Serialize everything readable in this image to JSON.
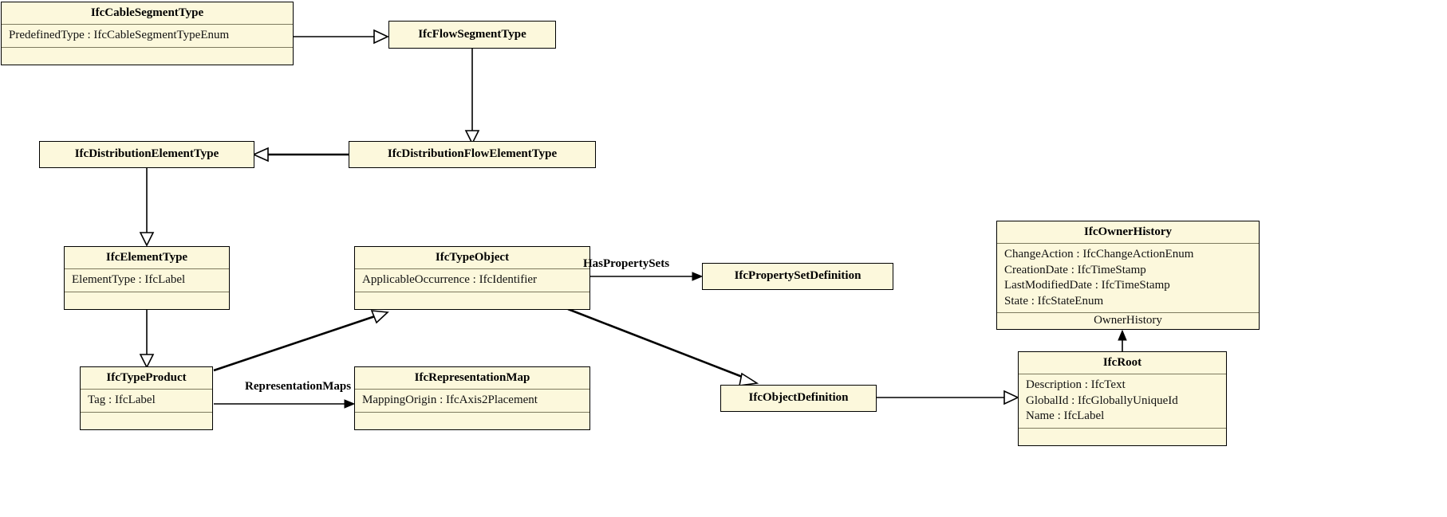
{
  "diagram": {
    "kind": "uml-class-diagram",
    "title": "IFC Cable Segment Type inheritance diagram",
    "colors": {
      "box_fill": "#fcf8dc",
      "box_border": "#000000",
      "compartment_separator": "#7d7a5e",
      "edge": "#000000",
      "arrowhead_generalization_fill": "#ffffff",
      "background": "#ffffff"
    }
  },
  "classes": [
    {
      "id": "IfcCableSegmentType",
      "name": "IfcCableSegmentType",
      "attributes": [
        "PredefinedType : IfcCableSegmentTypeEnum"
      ],
      "has_empty_compartment": true
    },
    {
      "id": "IfcFlowSegmentType",
      "name": "IfcFlowSegmentType",
      "attributes": [],
      "has_empty_compartment": false
    },
    {
      "id": "IfcDistributionElementType",
      "name": "IfcDistributionElementType",
      "attributes": [],
      "has_empty_compartment": false
    },
    {
      "id": "IfcDistributionFlowElementType",
      "name": "IfcDistributionFlowElementType",
      "attributes": [],
      "has_empty_compartment": false
    },
    {
      "id": "IfcElementType",
      "name": "IfcElementType",
      "attributes": [
        "ElementType : IfcLabel"
      ],
      "has_empty_compartment": true
    },
    {
      "id": "IfcTypeObject",
      "name": "IfcTypeObject",
      "attributes": [
        "ApplicableOccurrence : IfcIdentifier"
      ],
      "has_empty_compartment": true
    },
    {
      "id": "IfcPropertySetDefinition",
      "name": "IfcPropertySetDefinition",
      "attributes": [],
      "has_empty_compartment": false
    },
    {
      "id": "IfcOwnerHistory",
      "name": "IfcOwnerHistory",
      "attributes": [
        "ChangeAction : IfcChangeActionEnum",
        "CreationDate : IfcTimeStamp",
        "LastModifiedDate : IfcTimeStamp",
        "State : IfcStateEnum"
      ],
      "association_compartment": "OwnerHistory",
      "has_empty_compartment": false
    },
    {
      "id": "IfcTypeProduct",
      "name": "IfcTypeProduct",
      "attributes": [
        "Tag : IfcLabel"
      ],
      "has_empty_compartment": true
    },
    {
      "id": "IfcRepresentationMap",
      "name": "IfcRepresentationMap",
      "attributes": [
        "MappingOrigin : IfcAxis2Placement"
      ],
      "has_empty_compartment": true
    },
    {
      "id": "IfcObjectDefinition",
      "name": "IfcObjectDefinition",
      "attributes": [],
      "has_empty_compartment": false
    },
    {
      "id": "IfcRoot",
      "name": "IfcRoot",
      "attributes": [
        "Description : IfcText",
        "GlobalId : IfcGloballyUniqueId",
        "Name : IfcLabel"
      ],
      "has_empty_compartment": true
    }
  ],
  "relationships": [
    {
      "id": "r1",
      "from": "IfcCableSegmentType",
      "to": "IfcFlowSegmentType",
      "type": "generalization",
      "label": ""
    },
    {
      "id": "r2",
      "from": "IfcFlowSegmentType",
      "to": "IfcDistributionFlowElementType",
      "type": "generalization",
      "label": ""
    },
    {
      "id": "r3",
      "from": "IfcDistributionFlowElementType",
      "to": "IfcDistributionElementType",
      "type": "generalization",
      "label": ""
    },
    {
      "id": "r4",
      "from": "IfcDistributionElementType",
      "to": "IfcElementType",
      "type": "generalization",
      "label": ""
    },
    {
      "id": "r5",
      "from": "IfcElementType",
      "to": "IfcTypeProduct",
      "type": "generalization",
      "label": ""
    },
    {
      "id": "r6",
      "from": "IfcTypeProduct",
      "to": "IfcTypeObject",
      "type": "generalization",
      "label": ""
    },
    {
      "id": "r7",
      "from": "IfcTypeObject",
      "to": "IfcPropertySetDefinition",
      "type": "association",
      "label": "HasPropertySets"
    },
    {
      "id": "r8",
      "from": "IfcTypeProduct",
      "to": "IfcRepresentationMap",
      "type": "association",
      "label": "RepresentationMaps"
    },
    {
      "id": "r9",
      "from": "IfcTypeObject",
      "to": "IfcObjectDefinition",
      "type": "generalization",
      "label": ""
    },
    {
      "id": "r10",
      "from": "IfcObjectDefinition",
      "to": "IfcRoot",
      "type": "generalization",
      "label": ""
    },
    {
      "id": "r11",
      "from": "IfcRoot",
      "to": "IfcOwnerHistory",
      "type": "association",
      "label": "OwnerHistory"
    }
  ],
  "edge_labels": {
    "has_property_sets": "HasPropertySets",
    "representation_maps": "RepresentationMaps"
  }
}
